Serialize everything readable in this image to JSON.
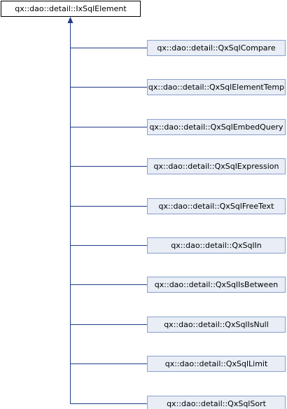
{
  "base_class": {
    "label": "qx::dao::detail::IxSqlElement"
  },
  "derived_classes": [
    {
      "label": "qx::dao::detail::QxSqlCompare"
    },
    {
      "label": "qx::dao::detail::QxSqlElementTemp"
    },
    {
      "label": "qx::dao::detail::QxSqlEmbedQuery"
    },
    {
      "label": "qx::dao::detail::QxSqlExpression"
    },
    {
      "label": "qx::dao::detail::QxSqlFreeText"
    },
    {
      "label": "qx::dao::detail::QxSqlIn"
    },
    {
      "label": "qx::dao::detail::QxSqlIsBetween"
    },
    {
      "label": "qx::dao::detail::QxSqlIsNull"
    },
    {
      "label": "qx::dao::detail::QxSqlLimit"
    },
    {
      "label": "qx::dao::detail::QxSqlSort"
    }
  ],
  "colors": {
    "edge": "#1f3c88",
    "derived_fill": "#e8edf6",
    "derived_border": "#8aa0cc",
    "base_fill": "#ffffff",
    "base_border": "#000000"
  }
}
